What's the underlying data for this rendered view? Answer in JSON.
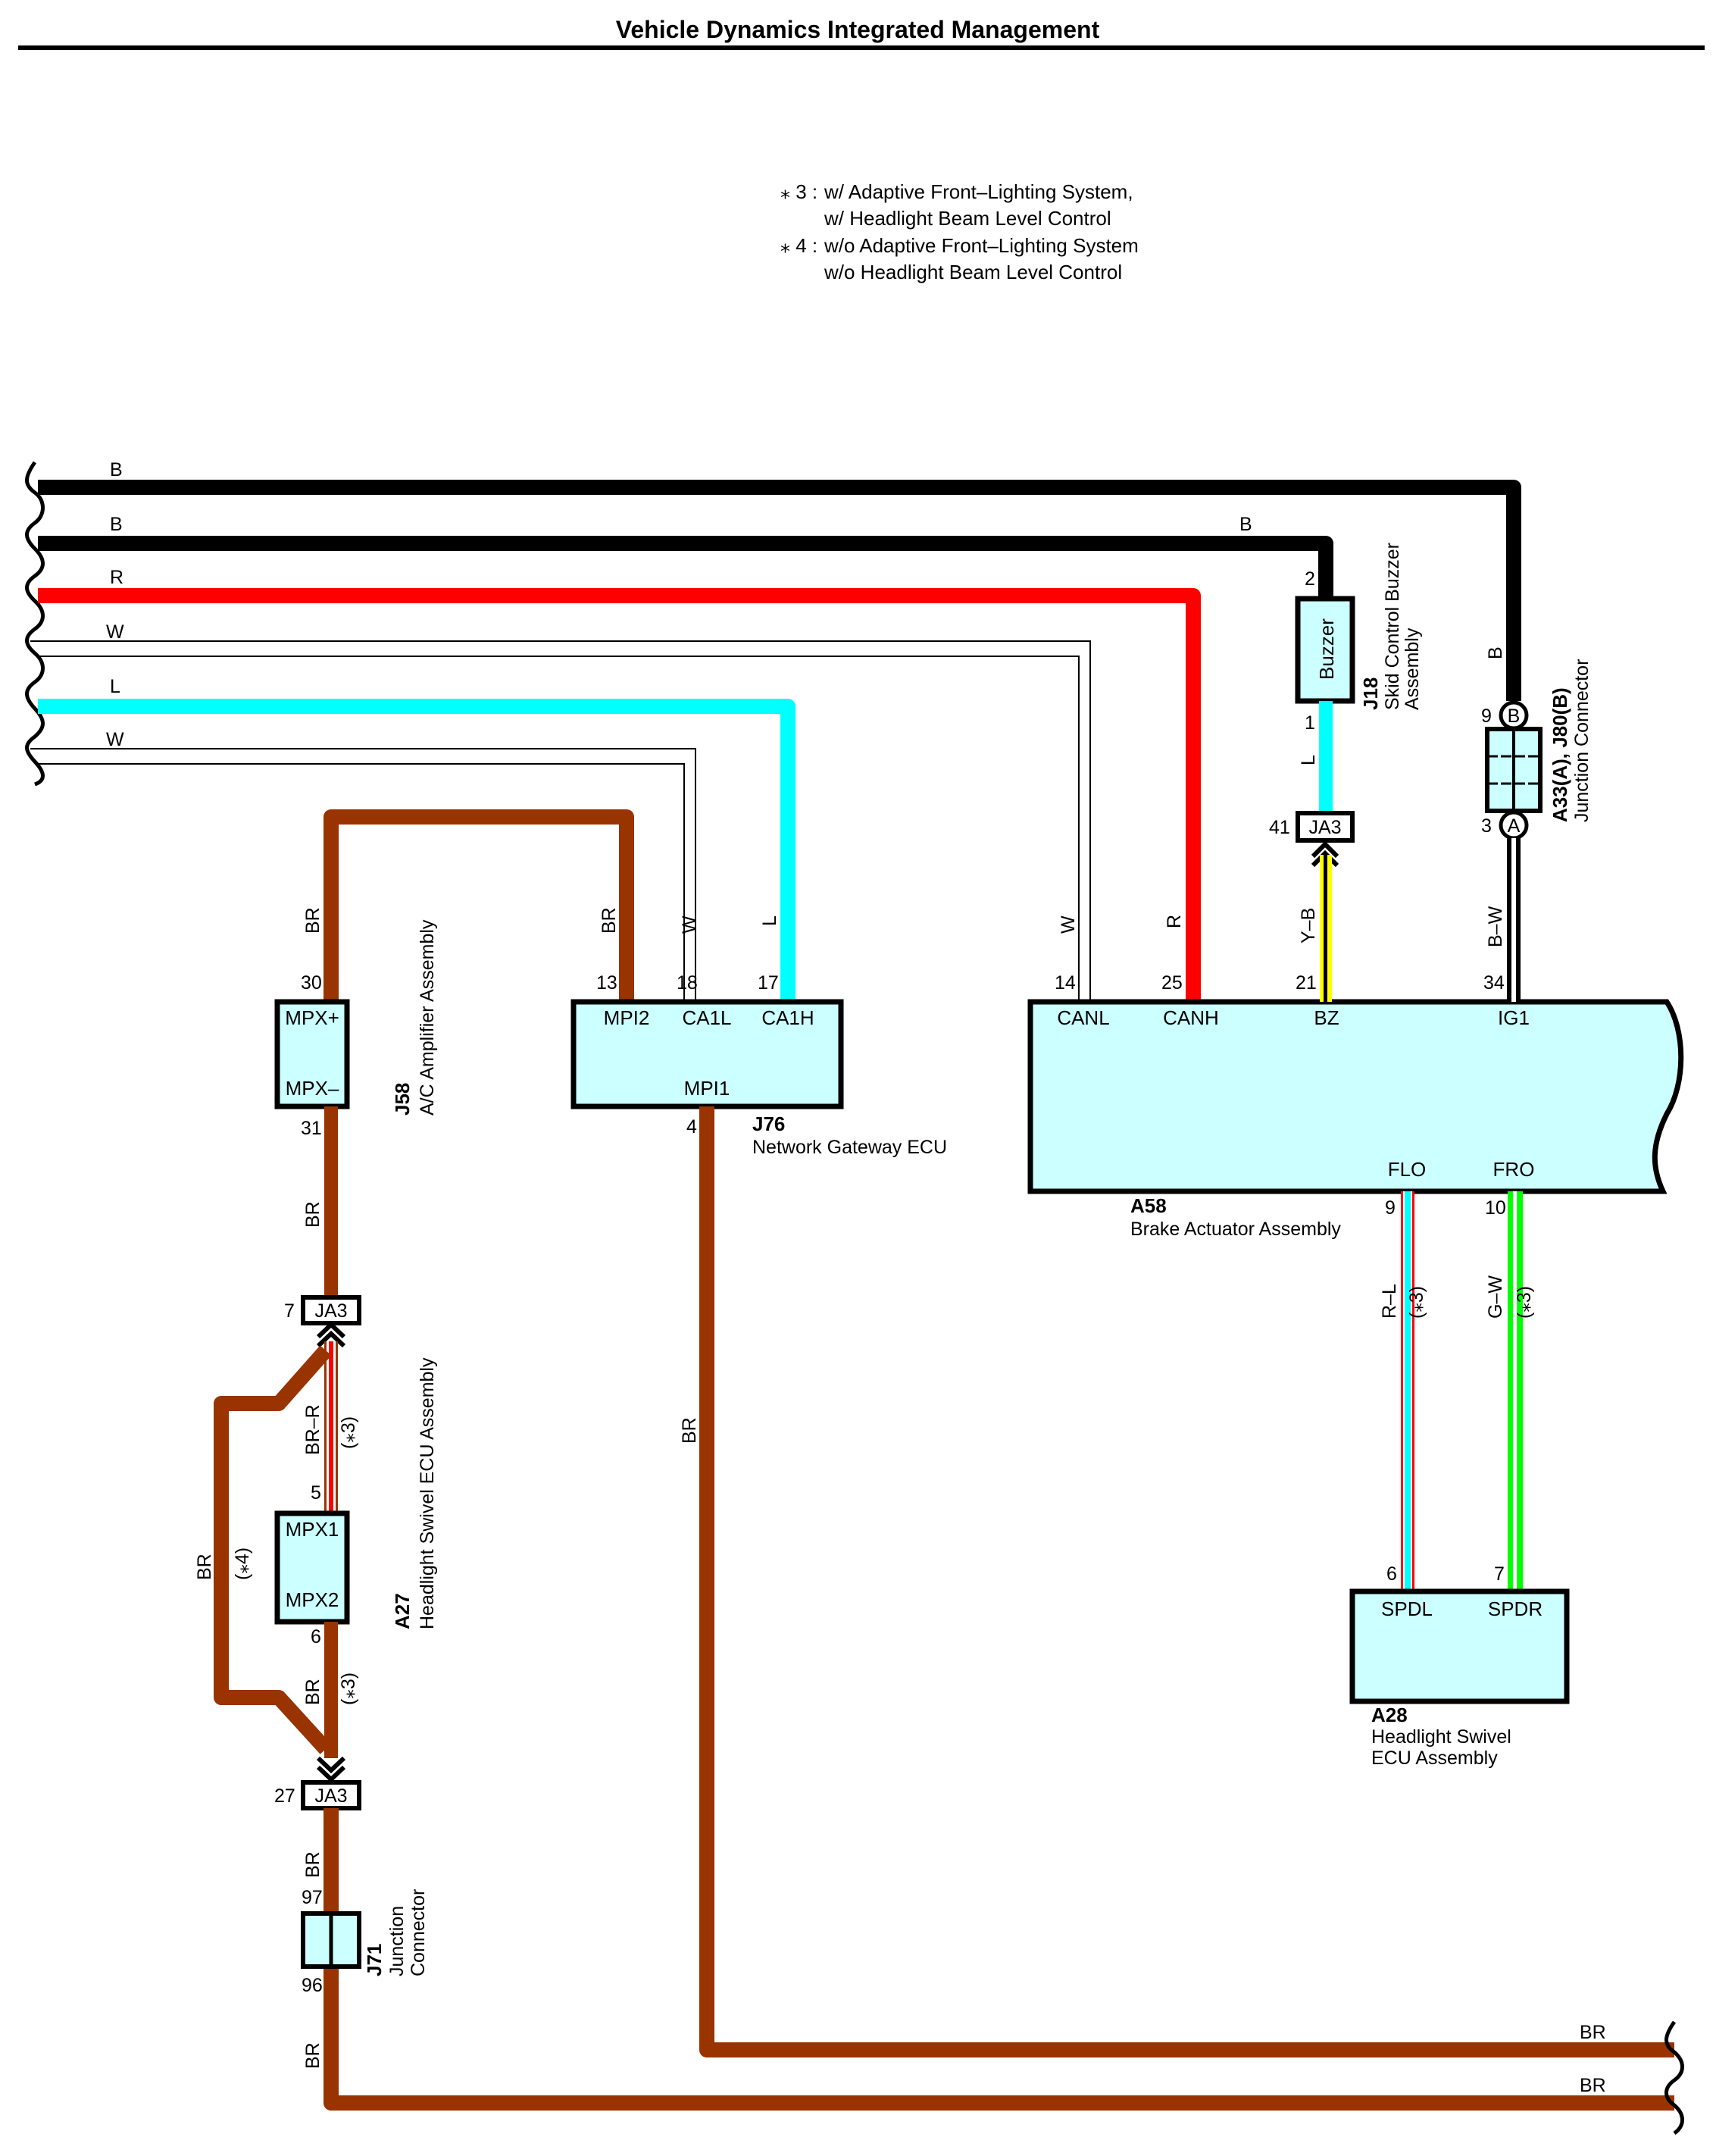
{
  "title": "Vehicle Dynamics Integrated Management",
  "notes": [
    {
      "mark": "⁎ 3 :",
      "lines": [
        "w/ Adaptive Front–Lighting System,",
        "w/ Headlight Beam Level Control"
      ]
    },
    {
      "mark": "⁎ 4 :",
      "lines": [
        "w/o Adaptive Front–Lighting System",
        "w/o Headlight Beam Level Control"
      ]
    }
  ],
  "colors": {
    "B": "#000000",
    "R": "#ff0000",
    "W": "#ffffff",
    "L": "#00ffff",
    "BR": "#993300",
    "Y": "#ffff00",
    "G": "#00ff00",
    "component_fill": "#ccffff"
  },
  "harness_left": {
    "wires": [
      {
        "color_code": "B",
        "label": "B"
      },
      {
        "color_code": "B",
        "label": "B"
      },
      {
        "color_code": "R",
        "label": "R"
      },
      {
        "color_code": "W",
        "label": "W"
      },
      {
        "color_code": "L",
        "label": "L"
      },
      {
        "color_code": "W",
        "label": "W"
      }
    ]
  },
  "harness_right": {
    "wires": [
      {
        "color_code": "BR",
        "label": "BR"
      },
      {
        "color_code": "BR",
        "label": "BR"
      }
    ]
  },
  "components": {
    "J58": {
      "code": "J58",
      "name": "A/C Amplifier Assembly",
      "terminals": [
        {
          "pin": "30",
          "name": "MPX+",
          "wire": "BR"
        },
        {
          "pin": "31",
          "name": "MPX–",
          "wire": "BR"
        }
      ]
    },
    "J76": {
      "code": "J76",
      "name": "Network Gateway ECU",
      "terminals": [
        {
          "pin": "13",
          "name": "MPI2",
          "wire": "BR"
        },
        {
          "pin": "18",
          "name": "CA1L",
          "wire": "W"
        },
        {
          "pin": "17",
          "name": "CA1H",
          "wire": "L"
        },
        {
          "pin": "4",
          "name": "MPI1",
          "wire": "BR"
        }
      ]
    },
    "A58": {
      "code": "A58",
      "name": "Brake Actuator Assembly",
      "terminals": [
        {
          "pin": "14",
          "name": "CANL",
          "wire": "W"
        },
        {
          "pin": "25",
          "name": "CANH",
          "wire": "R"
        },
        {
          "pin": "21",
          "name": "BZ",
          "wire": "Y–B"
        },
        {
          "pin": "34",
          "name": "IG1",
          "wire": "B–W"
        },
        {
          "pin": "9",
          "name": "FLO",
          "wire": "R–L"
        },
        {
          "pin": "10",
          "name": "FRO",
          "wire": "G–W"
        }
      ]
    },
    "J18": {
      "code": "J18",
      "name_lines": [
        "Skid Control Buzzer",
        "Assembly"
      ],
      "label": "Buzzer",
      "terminals": [
        {
          "pin": "2",
          "wire": "B"
        },
        {
          "pin": "1",
          "wire": "L"
        }
      ]
    },
    "A33_J80": {
      "code": "A33(A), J80(B)",
      "name": "Junction Connector",
      "terminals": [
        {
          "pin": "9",
          "connector": "B",
          "wire": "B"
        },
        {
          "pin": "3",
          "connector": "A",
          "wire": "B–W"
        }
      ]
    },
    "A27": {
      "code": "A27",
      "name": "Headlight Swivel ECU Assembly",
      "terminals": [
        {
          "pin": "5",
          "name": "MPX1",
          "wire": "BR–R",
          "note": "(⁎3)"
        },
        {
          "pin": "6",
          "name": "MPX2",
          "wire": "BR",
          "note": "(⁎3)"
        }
      ]
    },
    "A28": {
      "code": "A28",
      "name_lines": [
        "Headlight Swivel",
        "ECU Assembly"
      ],
      "terminals": [
        {
          "pin": "6",
          "name": "SPDL",
          "wire": "R–L",
          "note": "(⁎3)"
        },
        {
          "pin": "7",
          "name": "SPDR",
          "wire": "G–W",
          "note": "(⁎3)"
        }
      ]
    },
    "J71": {
      "code": "J71",
      "name_lines": [
        "Junction",
        "Connector"
      ],
      "terminals": [
        {
          "pin": "97",
          "wire": "BR"
        },
        {
          "pin": "96",
          "wire": "BR"
        }
      ]
    }
  },
  "junction_blocks": {
    "ja3_41": {
      "label": "JA3",
      "pin": "41"
    },
    "ja3_7": {
      "label": "JA3",
      "pin": "7"
    },
    "ja3_27": {
      "label": "JA3",
      "pin": "27"
    }
  },
  "bypass": {
    "wire": "BR",
    "note": "(⁎4)"
  },
  "wire_labels": {
    "b_top": "B",
    "b_buzzer": "B",
    "b_jc": "B",
    "br_j58_top": "BR",
    "br_j76_top": "BR",
    "w_j76": "W",
    "l_j76": "L",
    "w_a58": "W",
    "r_a58": "R",
    "yb_a58": "Y–B",
    "bw_a58": "B–W",
    "l_buzzer": "L",
    "br_j58_bottom": "BR",
    "br_j76_bottom": "BR",
    "br_a27_bottom": "BR",
    "br_j71_top": "BR",
    "br_j71_bottom": "BR",
    "rl": "R–L",
    "gw": "G–W"
  }
}
